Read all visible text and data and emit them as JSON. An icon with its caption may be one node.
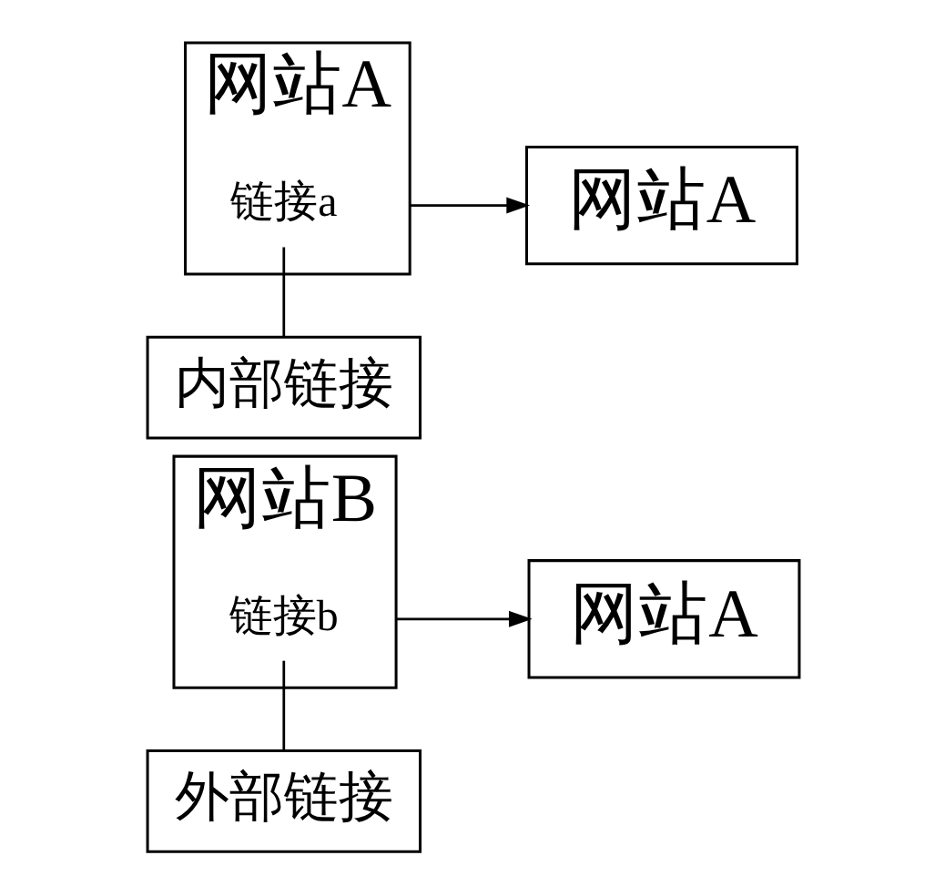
{
  "diagram": {
    "nodes": [
      {
        "text": [
          "网站A"
        ]
      },
      {
        "text": [
          "链接a"
        ],
        "in": 0
      },
      {
        "text": [
          "网站A"
        ]
      },
      {
        "text": [
          "内部链接"
        ]
      },
      {
        "text": [
          "网站B"
        ]
      },
      {
        "text": [
          "链接b"
        ],
        "in": 4
      },
      {
        "text": [
          "网站A"
        ]
      },
      {
        "text": [
          "外部链接"
        ]
      }
    ],
    "edges": [
      {
        "from": 0,
        "to": 2,
        "arrow": "to"
      },
      {
        "from": 3,
        "to": 1,
        "arrow": "none"
      },
      {
        "from": 4,
        "to": 6,
        "arrow": "to"
      },
      {
        "from": 7,
        "to": 5,
        "arrow": "none"
      }
    ]
  }
}
